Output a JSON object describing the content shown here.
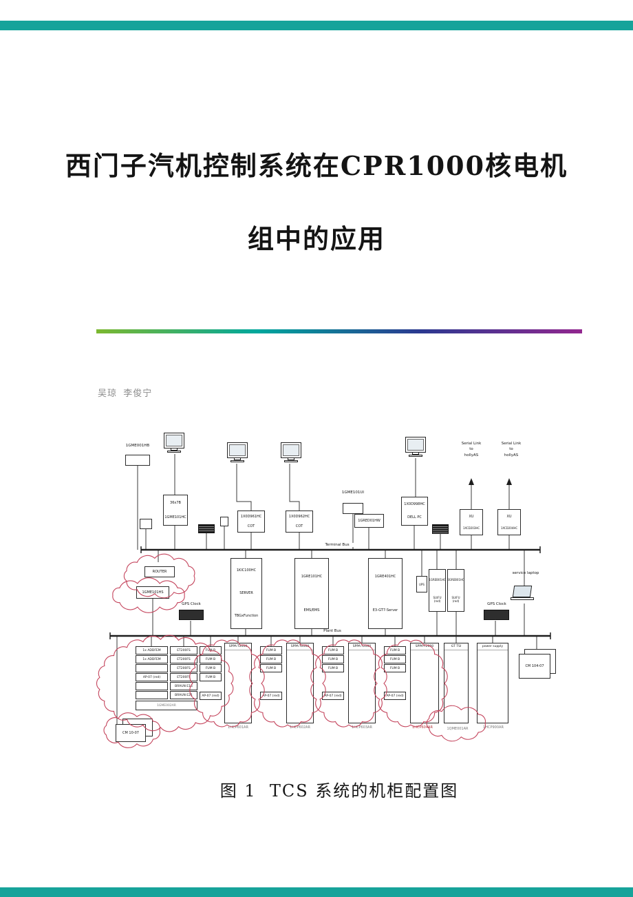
{
  "page": {
    "title_line1": "西门子汽机控制系统在CPR1000核电机",
    "title_line2": "组中的应用",
    "authors": "吴琼  李俊宁",
    "figure_caption": "图 1  TCS 系统的机柜配置图",
    "accent_color": "#16A39A",
    "divider_colors": [
      "#7CB82F",
      "#00A79D",
      "#2B3990",
      "#92278F"
    ]
  },
  "diagram": {
    "gme001hb": "1GME001HB",
    "serial_link": "Serial Link",
    "to": "to",
    "hollyas": "hollyAS",
    "gme101hc_l1": "36x7B",
    "gme101hc_l2": "1GME101HC",
    "cot1_l1": "1X0D961HC",
    "cot2_l1": "1X0D962HC",
    "cot": "COT",
    "gme101ui": "1GME101UI",
    "gred01hw": "1GRED01HW",
    "dellpc_l1": "1X0D998HC",
    "dellpc_l2": "DELL PC",
    "xu": "XU",
    "xu1_l2": "1XCD203HC",
    "xu2_l2": "1XCD204HC",
    "terminal_bus": "Terminal Bus",
    "plant_bus": "Plant Bus",
    "router": "ROUTER",
    "gme101hs": "1GME101HS",
    "gps_clock": "GPS Clock",
    "server_l1": "1KIC100HC",
    "server_l2": "SERVER",
    "server_l3": "TBGxFunction",
    "ems_l1": "1GRE101HC",
    "ems_l2": "EMS/EMS",
    "e3_l1": "1GRE401HC",
    "e3_l2": "E3-GT7-Server",
    "ups": "UPS",
    "sufu1_l1": "1GREB01HC",
    "sufu2_l1": "3GREB01HC",
    "sufu_l2": "SU/FU (red)",
    "service_laptop": "service laptop",
    "addfem": "1x ADDFEM",
    "et200fs": "ET200FS",
    "braun_e16": "BRAUN E16",
    "braun_e21": "BRAUN E21",
    "fum_b": "FUM B",
    "ap07": "AP-07 (red)",
    "sppa": "SPPA-T2000",
    "gt_tsi": "GT TSI",
    "power_supply": "power supply",
    "cm104": "CM 104-07",
    "cm10": "CM 10-07",
    "gme002ar": "1GME002AR",
    "cab1": "1HCP601AR",
    "cab2": "1HCP602AR",
    "cab3": "1HCP603AR",
    "cab4": "1HCP604AR",
    "cab5": "1QME001AR",
    "cab6": "1HCP900AR"
  }
}
